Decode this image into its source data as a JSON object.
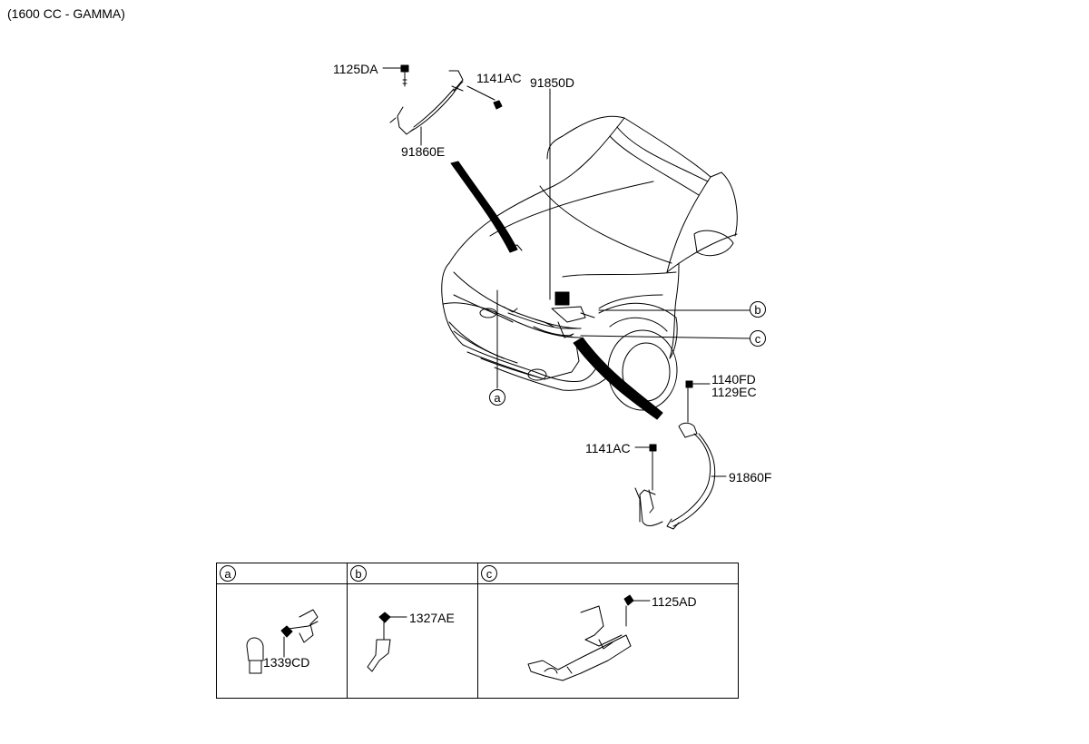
{
  "caption": "(1600 CC - GAMMA)",
  "callouts": {
    "c_1125DA": "1125DA",
    "c_1141AC_top": "1141AC",
    "c_91850D": "91850D",
    "c_91860E": "91860E",
    "c_1140FD": "1140FD",
    "c_1129EC": "1129EC",
    "c_1141AC_bottom": "1141AC",
    "c_91860F": "91860F",
    "c_1339CD": "1339CD",
    "c_1327AE": "1327AE",
    "c_1125AD": "1125AD"
  },
  "markers": {
    "a": "a",
    "b": "b",
    "c": "c"
  },
  "detail_panel": {
    "sections": [
      {
        "marker": "a"
      },
      {
        "marker": "b"
      },
      {
        "marker": "c"
      }
    ]
  }
}
